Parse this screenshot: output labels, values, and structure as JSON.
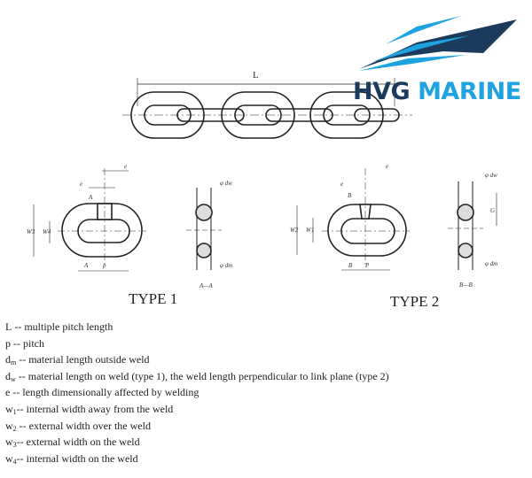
{
  "logo": {
    "text_dark": "HVG",
    "text_light": "MARINE",
    "colors": {
      "dark": "#1b3a5c",
      "light": "#1fa3e0"
    }
  },
  "diagram": {
    "chain_label": "L",
    "type1": {
      "title": "TYPE 1",
      "labels": [
        "e",
        "e",
        "A",
        "W3",
        "W4",
        "A",
        "p",
        "φ dw",
        "φ dm"
      ],
      "section": "A—A"
    },
    "type2": {
      "title": "TYPE 2",
      "labels": [
        "e",
        "e",
        "B",
        "W2",
        "W1",
        "B",
        "P",
        "φ dw",
        "G",
        "φ dm"
      ],
      "section": "B—B"
    }
  },
  "legend": [
    {
      "sym": "L",
      "sub": "",
      "text": " -- multiple pitch length"
    },
    {
      "sym": "p",
      "sub": "",
      "text": " -- pitch"
    },
    {
      "sym": "d",
      "sub": "m",
      "text": " -- material length outside weld"
    },
    {
      "sym": "d",
      "sub": "w",
      "text": " -- material length on weld (type 1), the weld length perpendicular to link plane (type 2)"
    },
    {
      "sym": "e",
      "sub": "",
      "text": " -- length dimensionally affected by welding"
    },
    {
      "sym": "w",
      "sub": "1",
      "text": "-- internal width away from the weld"
    },
    {
      "sym": "w",
      "sub": "2",
      "text": " -- external width over the weld"
    },
    {
      "sym": "w",
      "sub": "3",
      "text": "-- external width on the weld"
    },
    {
      "sym": "w",
      "sub": "4",
      "text": "-- internal width on the weld"
    }
  ]
}
